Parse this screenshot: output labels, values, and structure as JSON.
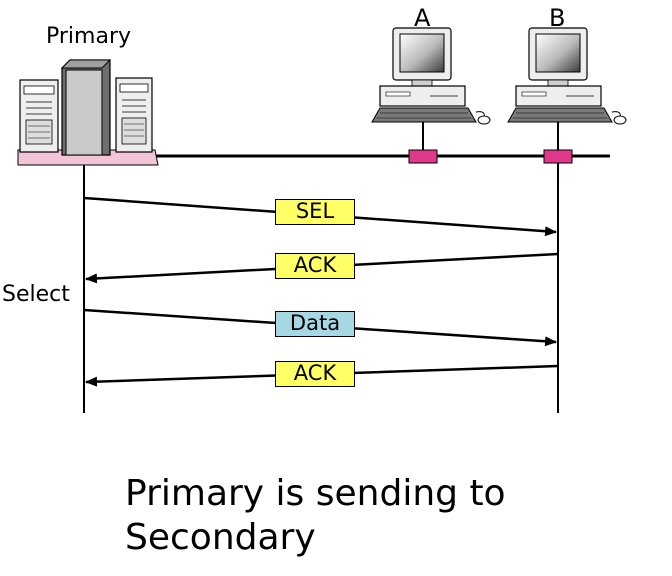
{
  "nodes": {
    "primary_label": "Primary",
    "a_label": "A",
    "b_label": "B"
  },
  "side_label": "Select",
  "messages": [
    {
      "label": "SEL",
      "direction": "to-B",
      "color": "#ffff66"
    },
    {
      "label": "ACK",
      "direction": "to-primary",
      "color": "#ffff66"
    },
    {
      "label": "Data",
      "direction": "to-B",
      "color": "#a6d8e4"
    },
    {
      "label": "ACK",
      "direction": "to-primary",
      "color": "#ffff66"
    }
  ],
  "caption": {
    "line1": "Primary is sending to",
    "line2": "Secondary"
  },
  "colors": {
    "tap": "#e0388a",
    "server_pink": "#f2c4d6",
    "server_gray": "#8c8c8c"
  }
}
